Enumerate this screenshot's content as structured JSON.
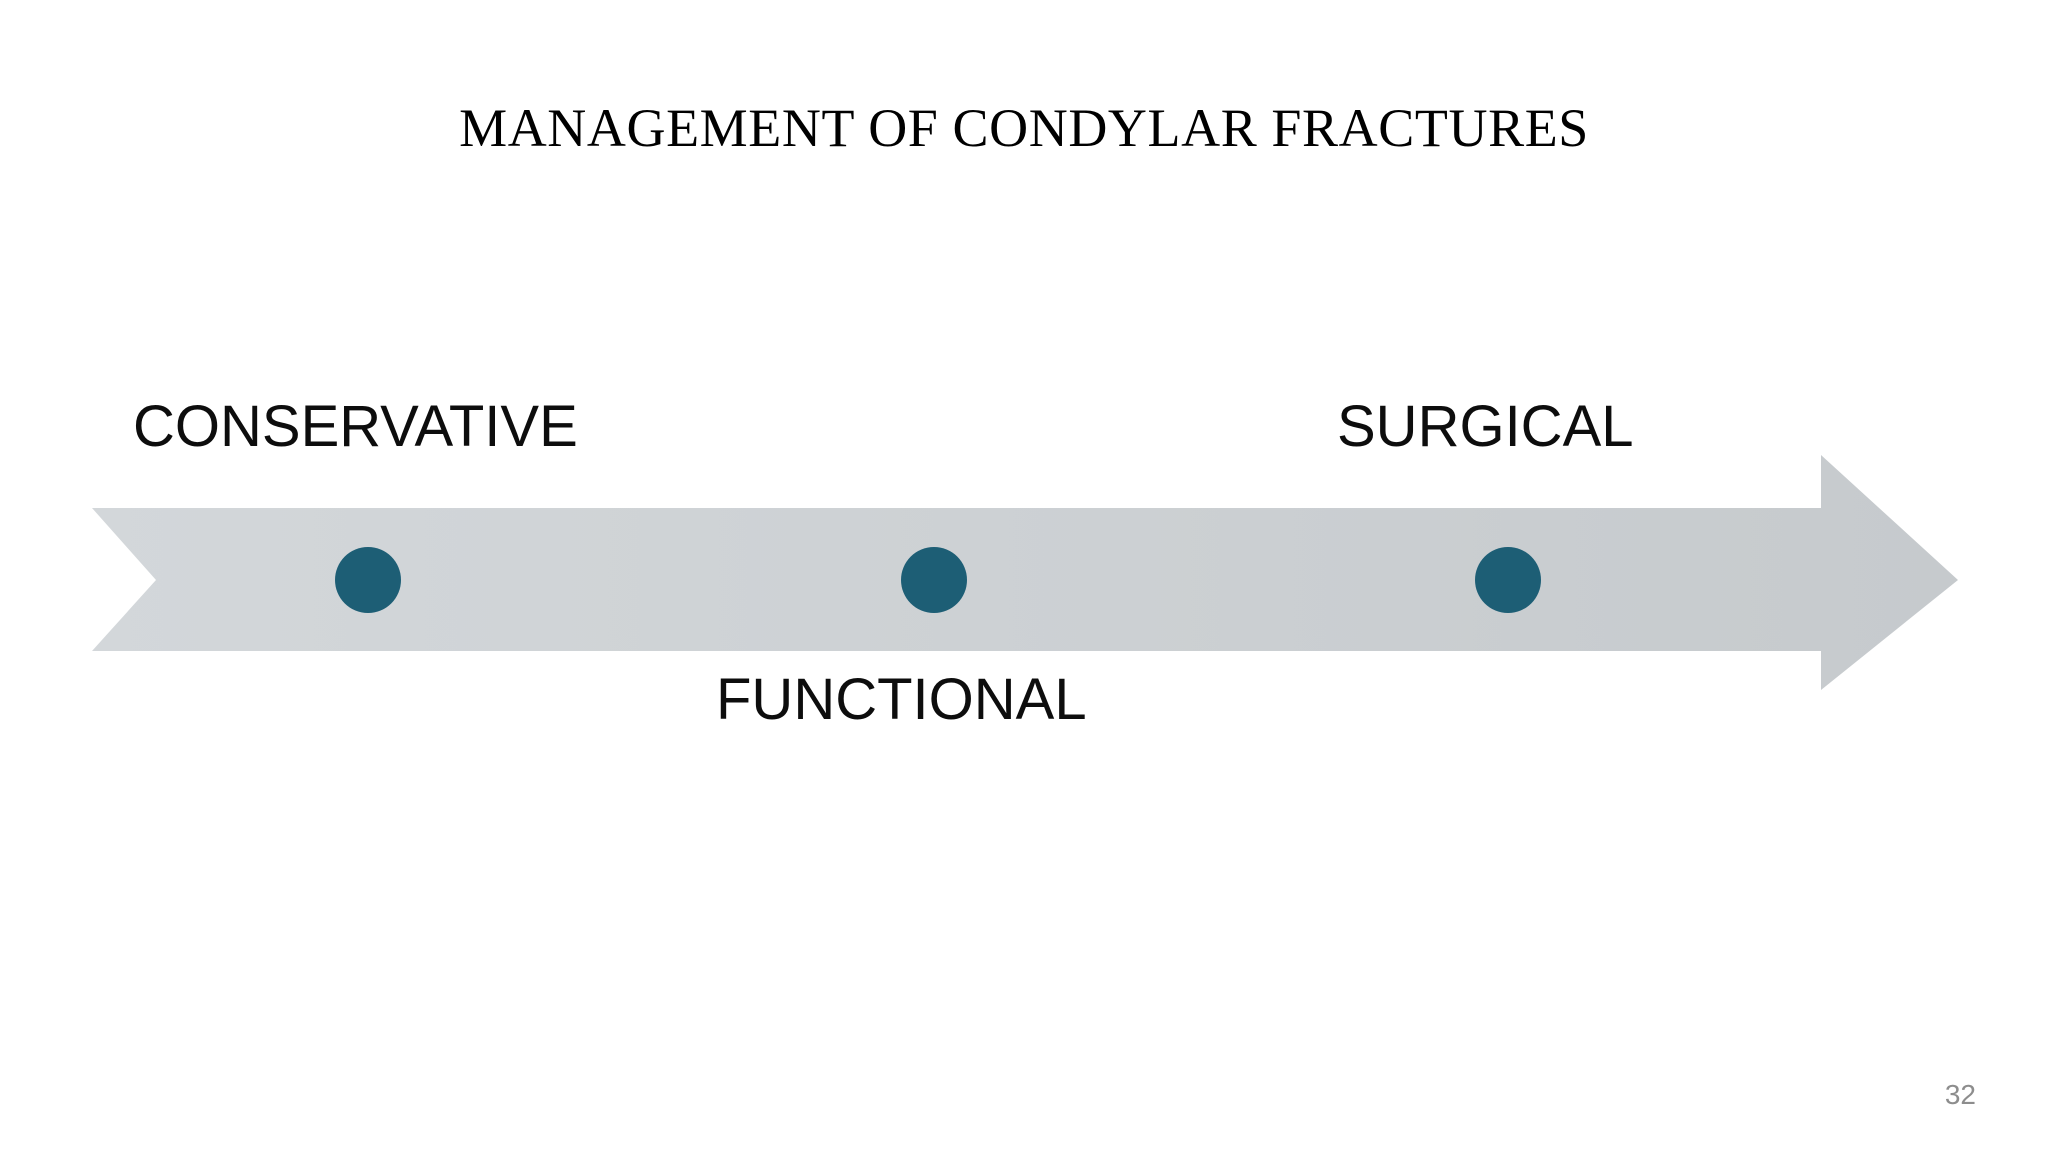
{
  "slide": {
    "title": "MANAGEMENT OF CONDYLAR FRACTURES",
    "page_number": "32",
    "background_color": "#ffffff",
    "title_color": "#000000",
    "page_number_color": "#8d8d8d"
  },
  "arrow": {
    "name": "continuum-arrow",
    "direction": "right",
    "fill_color": "#cdd1d4",
    "marker_color": "#1d5e75",
    "marker_count": 3
  },
  "stages": [
    {
      "key": "conservative",
      "label": "CONSERVATIVE",
      "position": "above-left",
      "marker_color": "#1d5e75"
    },
    {
      "key": "functional",
      "label": "FUNCTIONAL",
      "position": "below-center",
      "marker_color": "#1d5e75"
    },
    {
      "key": "surgical",
      "label": "SURGICAL",
      "position": "above-right",
      "marker_color": "#1d5e75"
    }
  ]
}
